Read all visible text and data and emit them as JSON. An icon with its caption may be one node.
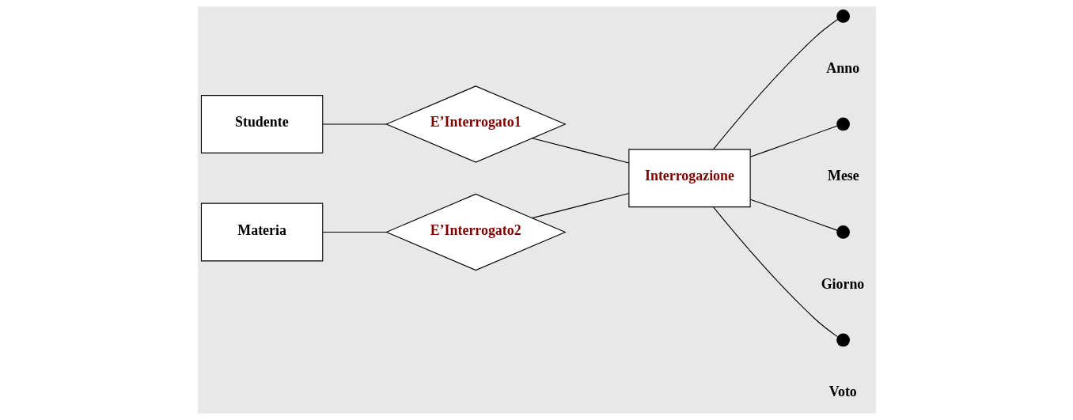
{
  "diagram": {
    "nodes": [
      {
        "text": [
          "Studente"
        ]
      },
      {
        "text": [
          "E’Interrogato1"
        ]
      },
      {
        "text": [
          "Interrogazione"
        ]
      },
      {
        "text": [
          "Materia"
        ]
      },
      {
        "text": [
          "E’Interrogato2"
        ]
      },
      {
        "text": [],
        "shape": "circle",
        "beside": [
          "Anno"
        ]
      },
      {
        "text": [],
        "shape": "circle",
        "beside": [
          "Mese"
        ]
      },
      {
        "text": [],
        "shape": "circle",
        "beside": [
          "Giorno"
        ]
      },
      {
        "text": [],
        "shape": "circle",
        "beside": [
          "Voto"
        ]
      }
    ],
    "edges": [
      {
        "from": 0,
        "to": 1,
        "arrow": "none"
      },
      {
        "from": 1,
        "to": 2,
        "arrow": "none"
      },
      {
        "from": 3,
        "to": 4,
        "arrow": "none"
      },
      {
        "from": 4,
        "to": 2,
        "arrow": "none"
      },
      {
        "from": 2,
        "to": 5,
        "arrow": "none"
      },
      {
        "from": 2,
        "to": 6,
        "arrow": "none"
      },
      {
        "from": 2,
        "to": 7,
        "arrow": "none"
      },
      {
        "from": 2,
        "to": 8,
        "arrow": "none"
      }
    ]
  }
}
